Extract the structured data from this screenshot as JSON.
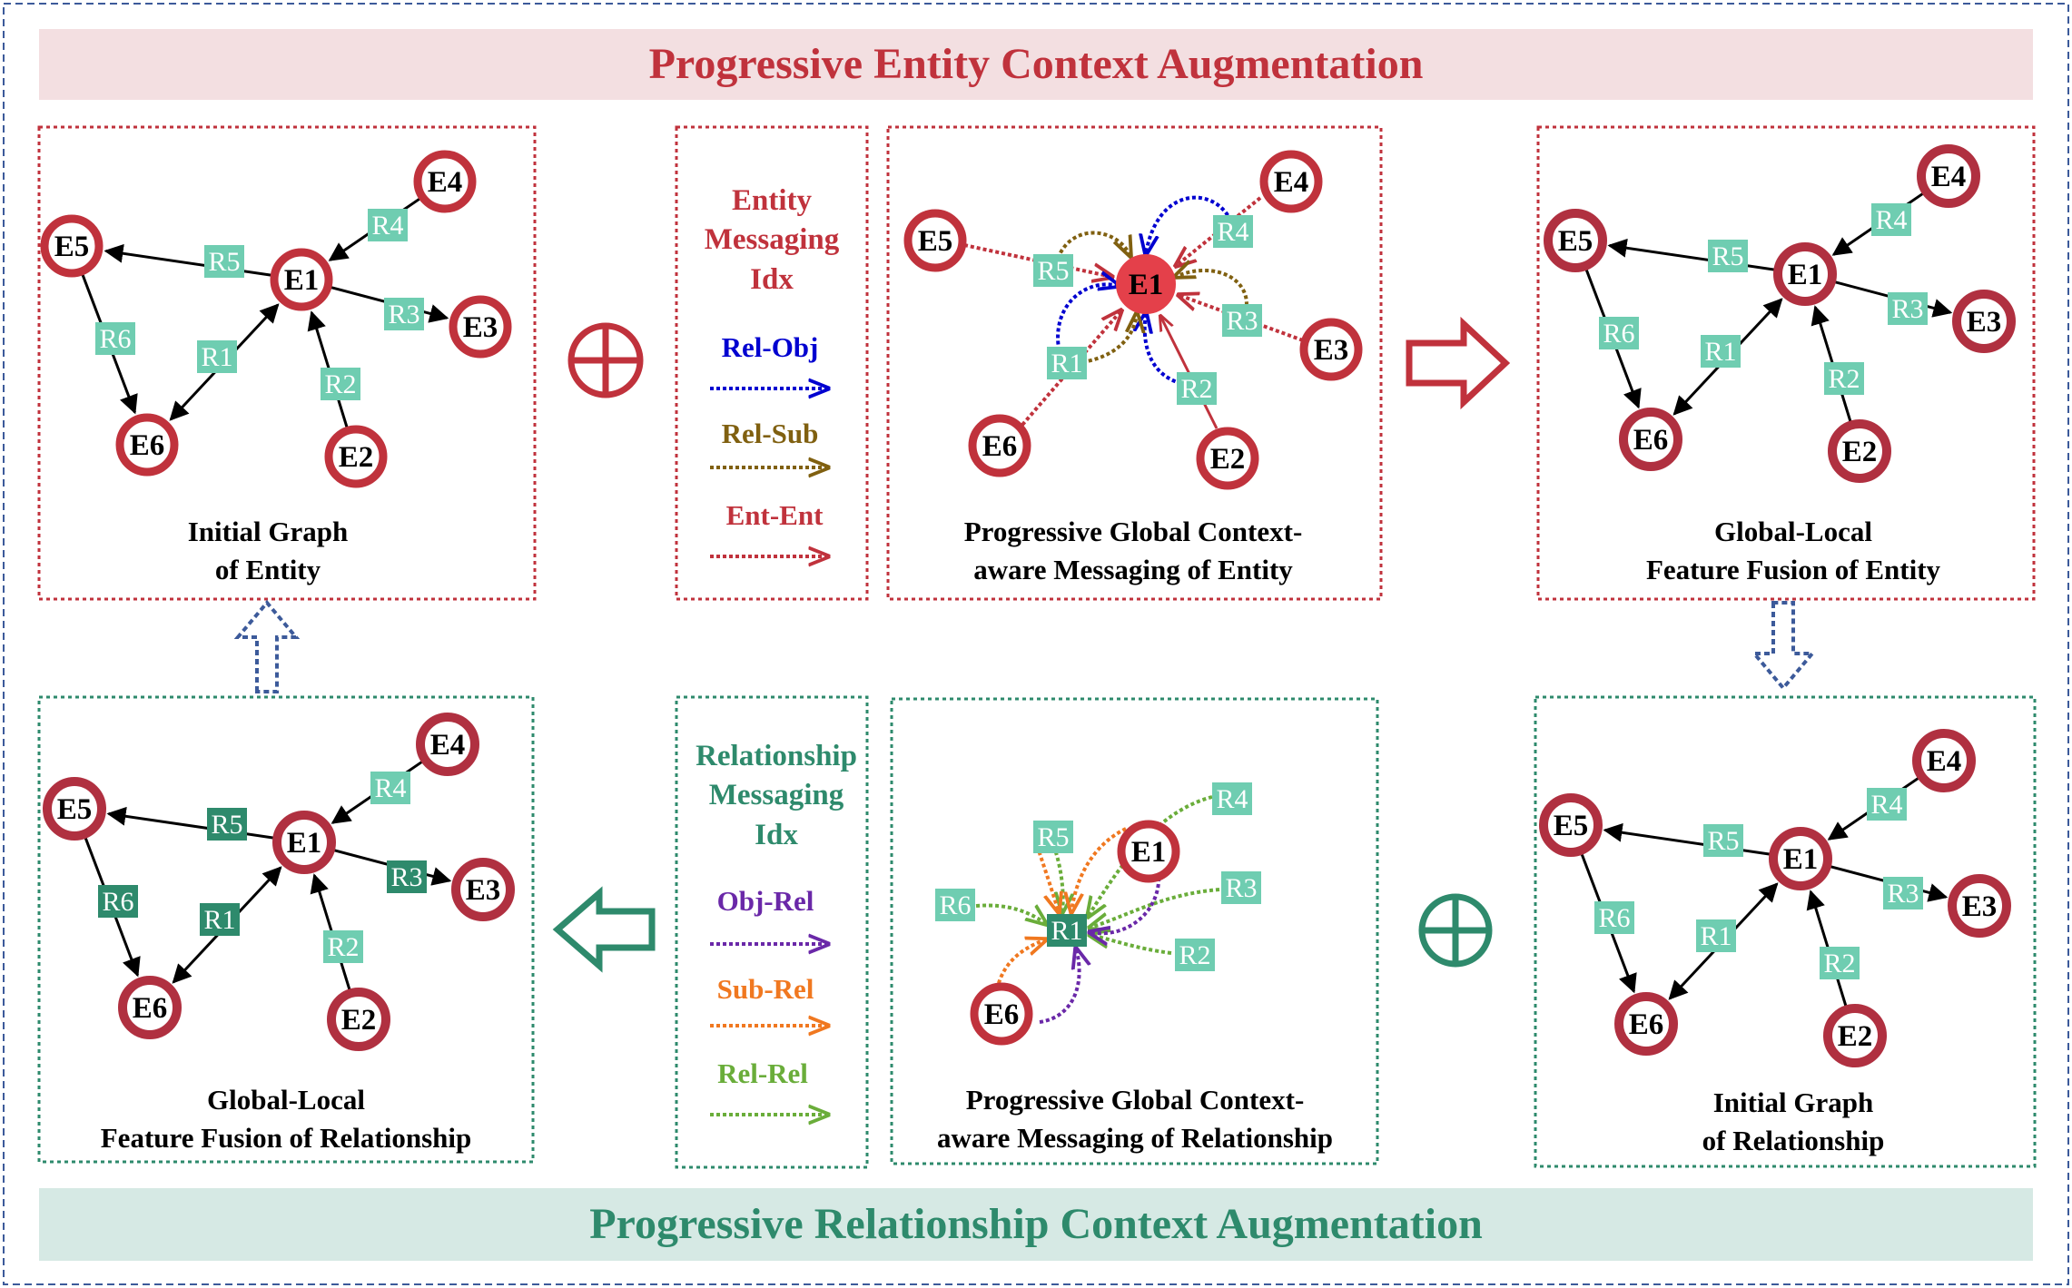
{
  "header": {
    "title": "Progressive  Entity Context Augmentation"
  },
  "footer": {
    "title": "Progressive  Relationship Context Augmentation"
  },
  "panels": {
    "initial_entity": [
      "Initial Graph",
      "of Entity"
    ],
    "messaging_entity": [
      "Progressive Global Context-",
      "aware Messaging of Entity"
    ],
    "fusion_entity": [
      "Global-Local",
      "Feature Fusion of Entity"
    ],
    "initial_relationship": [
      "Initial Graph",
      "of Relationship"
    ],
    "messaging_relationship": [
      "Progressive Global Context-",
      "aware Messaging of Relationship"
    ],
    "fusion_relationship": [
      "Global-Local",
      "Feature Fusion of Relationship"
    ]
  },
  "legend_entity": {
    "title": [
      "Entity",
      "Messaging",
      "Idx"
    ],
    "items": [
      "Rel-Obj",
      "Rel-Sub",
      "Ent-Ent"
    ]
  },
  "legend_relationship": {
    "title": [
      "Relationship",
      "Messaging",
      "Idx"
    ],
    "items": [
      "Obj-Rel",
      "Sub-Rel",
      "Rel-Rel"
    ]
  },
  "graph": {
    "entities": [
      "E1",
      "E2",
      "E3",
      "E4",
      "E5",
      "E6"
    ],
    "relations": [
      "R1",
      "R2",
      "R3",
      "R4",
      "R5",
      "R6"
    ]
  },
  "operators": {
    "plus": "⊕"
  },
  "colors": {
    "entity_red": "#c0323c",
    "entity_banner_bg": "#f3dfe1",
    "rel_green": "#2e8a6c",
    "rel_banner_bg": "#d6e9e4",
    "rel_box_light": "#6fcdb1",
    "rel_box_dark": "#2e8a6c",
    "blue": "#0000d0",
    "olive": "#806010",
    "purple": "#6a28a8",
    "orange": "#f07820",
    "light_green": "#6aad3a",
    "arrow_blue": "#3c5a9a"
  }
}
